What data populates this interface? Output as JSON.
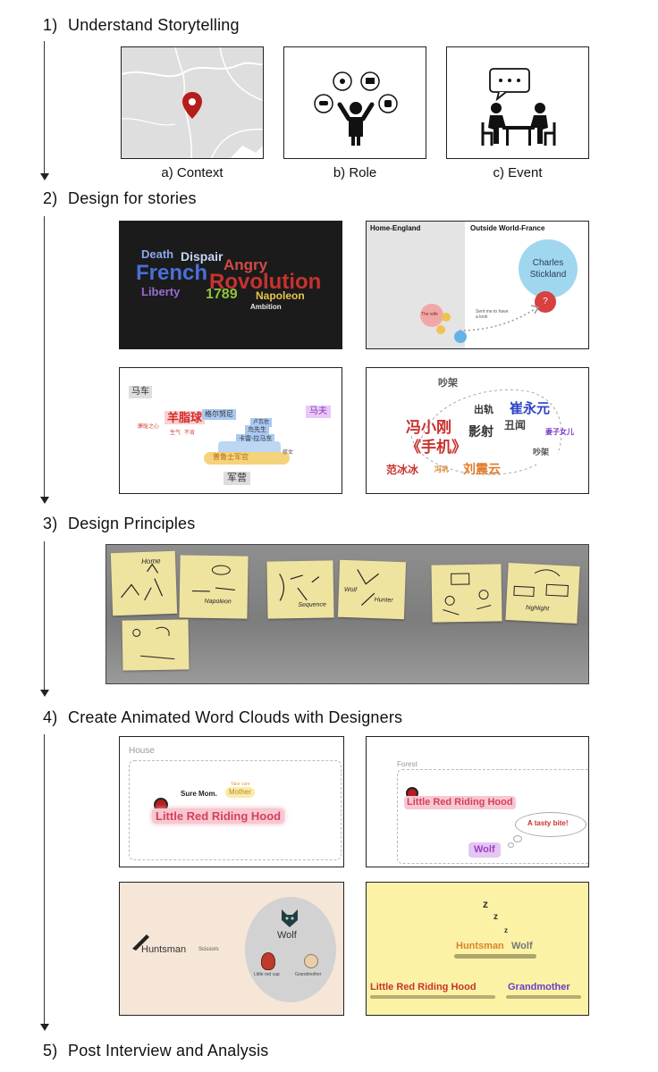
{
  "steps": [
    {
      "num": "1)",
      "label": "Understand Storytelling"
    },
    {
      "num": "2)",
      "label": "Design for stories"
    },
    {
      "num": "3)",
      "label": "Design Principles"
    },
    {
      "num": "4)",
      "label": "Create Animated Word Clouds with Designers"
    },
    {
      "num": "5)",
      "label": "Post Interview and Analysis"
    }
  ],
  "storytelling": {
    "captions": [
      "a) Context",
      "b) Role",
      "c) Event"
    ],
    "icons": [
      "map-pin-icon",
      "person-roles-icon",
      "conversation-icon"
    ]
  },
  "design_for_stories": {
    "french_cloud": {
      "words": [
        "Death",
        "Dispair",
        "Angry",
        "French",
        "Rovolution",
        "Liberty",
        "1789",
        "Napoleon",
        "Ambition"
      ],
      "colors": {
        "background": "#1b1b1b",
        "blue": "#4a6fd8",
        "red": "#c8322e",
        "green": "#8cc53f",
        "yellow": "#e8c548",
        "purple": "#9a6ad6"
      }
    },
    "england_france": {
      "home_label": "Home-England",
      "outside_label": "Outside World-France",
      "bubble_name": "Charles Stickland",
      "question": "?",
      "arrow_note": "Sent me to have a look",
      "small_bubble": "The wife"
    },
    "carriage_cloud": {
      "words": [
        "马车",
        "羊脂球",
        "格尔努尼",
        "马夫",
        "卢瓦佐",
        "鸟先生",
        "卡雷-拉马东",
        "普鲁士军官",
        "军营",
        "生气",
        "不肯",
        "廉耻之心",
        "修女"
      ]
    },
    "phone_cloud": {
      "words": [
        "吵架",
        "出轨",
        "崔永元",
        "冯小刚",
        "影射",
        "丑闻",
        "《手机》",
        "妻子女儿",
        "吵架",
        "范冰冰",
        "冯巩",
        "刘震云"
      ]
    }
  },
  "design_principles": {
    "notes": [
      "Home",
      "Wolf",
      "Hunter",
      "Sequence",
      "highlight",
      "Napoleon"
    ]
  },
  "animated_clouds": {
    "house_scene": {
      "location": "House",
      "line1": "Sure Mom.",
      "line2": "Mother",
      "title": "Little Red Riding Hood",
      "tiny": "Take care"
    },
    "forest_scene": {
      "location": "Forest",
      "title": "Little Red Riding Hood",
      "speech": "A tasty bite!",
      "wolf": "Wolf"
    },
    "huntsman_scene": {
      "huntsman": "Huntsman",
      "scissors": "Scissors",
      "wolf": "Wolf",
      "little_red_cap": "Little red cap",
      "grandmother": "Grandmother"
    },
    "sleep_scene": {
      "z": [
        "z",
        "z",
        "z"
      ],
      "huntsman": "Huntsman",
      "wolf": "Wolf",
      "title": "Little Red Riding Hood",
      "grandmother": "Grandmother"
    }
  }
}
